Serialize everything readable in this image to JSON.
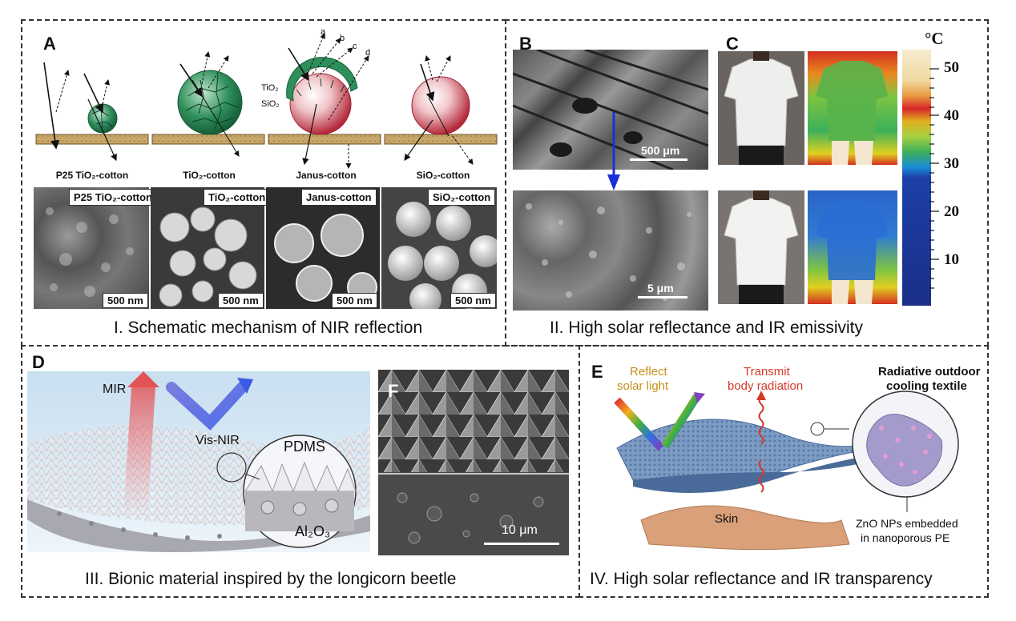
{
  "panels": {
    "A": {
      "label": "A",
      "sublabels": [
        "P25 TiO₂-cotton",
        "TiO₂-cotton",
        "Janus-cotton",
        "SiO₂-cotton"
      ],
      "sem_labels": [
        "P25 TiO₂-cotton",
        "TiO₂-cotton",
        "Janus-cotton",
        "SiO₂-cotton"
      ],
      "scale": "500 nm",
      "janus_tio2": "TiO₂",
      "janus_sio2": "SiO₂",
      "ray_letters": [
        "a",
        "b",
        "c",
        "d"
      ]
    },
    "B": {
      "label": "B",
      "scale_top": "500 μm",
      "scale_bottom": "5 μm"
    },
    "C": {
      "label": "C",
      "unit": "°C",
      "ticks": [
        "50",
        "40",
        "30",
        "20",
        "10"
      ]
    },
    "D": {
      "label": "D",
      "mir": "MIR",
      "visnir": "Vis-NIR",
      "pdms": "PDMS",
      "al2o3": "Al₂O₃"
    },
    "F": {
      "label": "F",
      "scale": "10 μm"
    },
    "E": {
      "label": "E",
      "reflect_1": "Reflect",
      "reflect_2": "solar light",
      "transmit_1": "Transmit",
      "transmit_2": "body radiation",
      "textile_1": "Radiative outdoor",
      "textile_2": "cooling textile",
      "skin": "Skin",
      "zno_1": "ZnO NPs embedded",
      "zno_2": "in nanoporous PE"
    }
  },
  "captions": {
    "I": "I. Schematic mechanism of NIR reflection",
    "II": "II. High solar reflectance and IR emissivity",
    "III": "III. Bionic material inspired by the longicorn beetle",
    "IV": "IV. High solar reflectance and IR transparency"
  },
  "colors": {
    "green_sphere": "#2f8f5a",
    "red_sphere": "#c8404f",
    "substrate": "#c9a86a",
    "textile_blue": "#6f8fb8",
    "skin": "#d9a07a",
    "transmit_red": "#d23a2a",
    "reflect_gold": "#c8901a"
  }
}
